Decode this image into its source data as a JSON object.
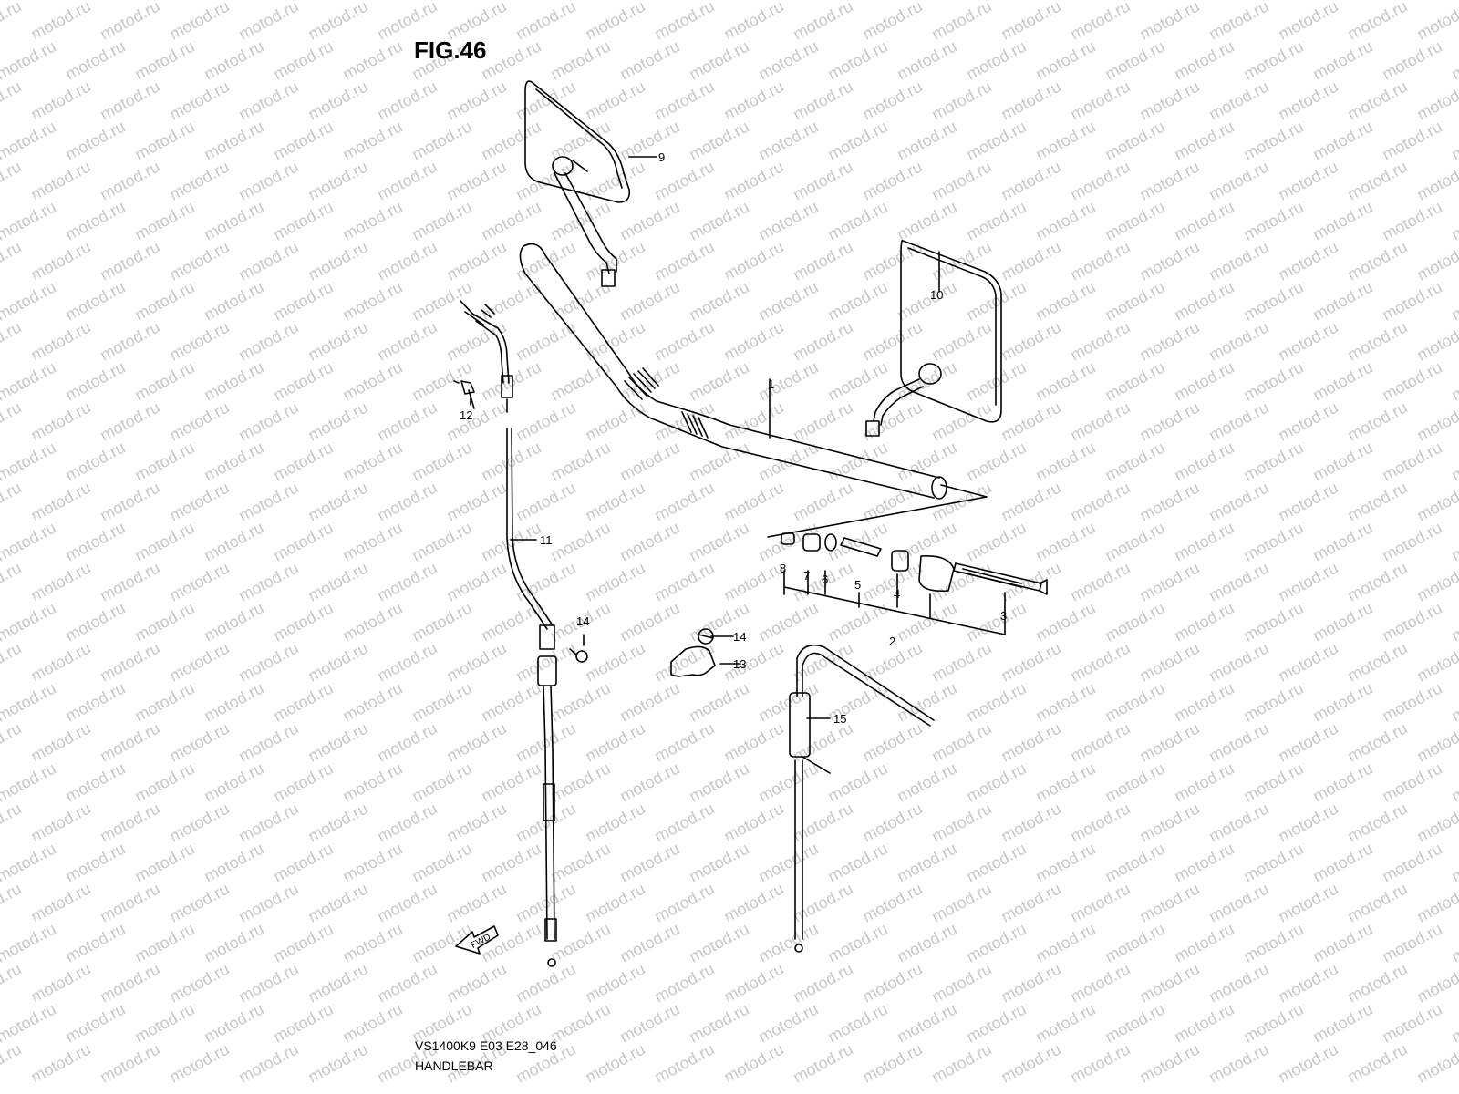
{
  "figure": {
    "title": "FIG.46",
    "model_code": "VS1400K9 E03 E28_046",
    "caption": "HANDLEBAR"
  },
  "watermark": {
    "text": "motod.ru",
    "color": "#c8c8c8"
  },
  "direction_marker": {
    "text": "FWD"
  },
  "callouts": [
    "1",
    "2",
    "3",
    "4",
    "5",
    "6",
    "7",
    "8",
    "9",
    "10",
    "11",
    "12",
    "13",
    "14",
    "14",
    "15"
  ],
  "colors": {
    "line": "#000000",
    "background": "#ffffff"
  }
}
